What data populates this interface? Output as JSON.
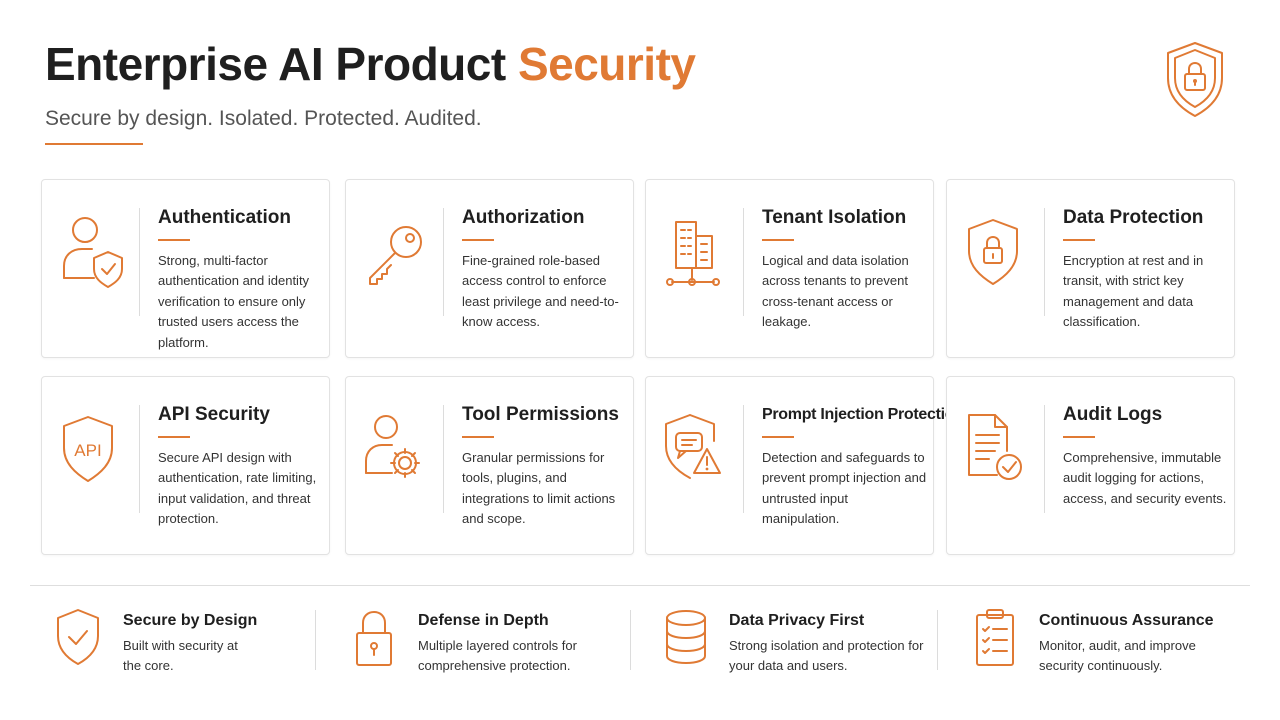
{
  "header": {
    "title_main": "Enterprise AI Product",
    "title_accent": "Security",
    "subtitle": "Secure by design. Isolated. Protected. Audited.",
    "icon": "shield-lock-icon"
  },
  "cards": [
    {
      "title": "Authentication",
      "description": "Strong, multi-factor authentication and identity verification to ensure only trusted users access the platform.",
      "icon": "user-shield-icon"
    },
    {
      "title": "Authorization",
      "description": "Fine-grained role-based access control to enforce least privilege and need-to-know access.",
      "icon": "key-icon"
    },
    {
      "title": "Tenant Isolation",
      "description": "Logical and data isolation across tenants to prevent cross-tenant access or leakage.",
      "icon": "buildings-network-icon"
    },
    {
      "title": "Data Protection",
      "description": "Encryption at rest and in transit, with strict key management and data classification.",
      "icon": "shield-lock-icon"
    },
    {
      "title": "API Security",
      "description": "Secure API design with authentication, rate limiting, input validation, and threat protection.",
      "icon": "api-shield-icon",
      "icon_text": "API"
    },
    {
      "title": "Tool Permissions",
      "description": "Granular permissions for tools, plugins, and integrations to limit actions and scope.",
      "icon": "user-gear-icon"
    },
    {
      "title": "Prompt Injection Protection",
      "description": "Detection and safeguards to prevent prompt injection and untrusted input manipulation.",
      "icon": "shield-warning-icon"
    },
    {
      "title": "Audit Logs",
      "description": "Comprehensive, immutable audit logging for actions, access, and security events.",
      "icon": "document-check-icon"
    }
  ],
  "features": [
    {
      "title": "Secure by Design",
      "description": "Built with security at the core.",
      "icon": "shield-check-icon"
    },
    {
      "title": "Defense in Depth",
      "description": "Multiple layered controls for comprehensive protection.",
      "icon": "padlock-icon"
    },
    {
      "title": "Data Privacy First",
      "description": "Strong isolation and protection for your data and users.",
      "icon": "database-icon"
    },
    {
      "title": "Continuous Assurance",
      "description": "Monitor, audit, and improve security continuously.",
      "icon": "clipboard-checklist-icon"
    }
  ],
  "colors": {
    "accent": "#e07a34",
    "text": "#1f1f1f",
    "border": "#e2e2e2"
  }
}
